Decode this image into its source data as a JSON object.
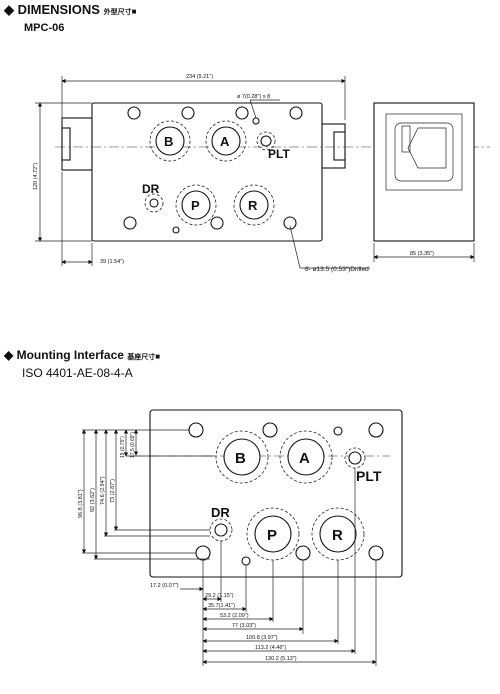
{
  "section1": {
    "title": "DIMENSIONS",
    "title_cn": "外型尺寸",
    "model": "MPC-06"
  },
  "section2": {
    "title": "Mounting Interface",
    "title_cn": "基座尺寸",
    "standard": "ISO 4401-AE-08-4-A"
  },
  "top_view": {
    "dim_width": "234 (9.21\")",
    "dim_height": "120 (4.72\")",
    "dim_offset": "39 (1.54\")",
    "dim_side": "85 (3.35\")",
    "pin_hole": "ø 7(0.28\") x 8",
    "bolt_holes": "6- ø13.5 (0.53\")Drilled",
    "ports": {
      "A": "A",
      "B": "B",
      "P": "P",
      "R": "R",
      "DR": "DR",
      "PLT": "PLT"
    }
  },
  "interface_view": {
    "ports": {
      "A": "A",
      "B": "B",
      "P": "P",
      "R": "R",
      "DR": "DR",
      "PLT": "PLT"
    },
    "vertical_dims": [
      "96.8 (3.81\")",
      "92 (3.62\")",
      "74.6 (2.94\")",
      "73 (2.87\")",
      "19 (0.75\")",
      "17.5 (0.69\")"
    ],
    "horizontal_dims": [
      "17.2 (0.07\")",
      "29.2 (1.15\")",
      "35.7(1.41\")",
      "53.2 (2.09\")",
      "77 (3.03\")",
      "100.8 (3.97\")",
      "113.2 (4.46\")",
      "130.2 (5.13\")"
    ]
  }
}
